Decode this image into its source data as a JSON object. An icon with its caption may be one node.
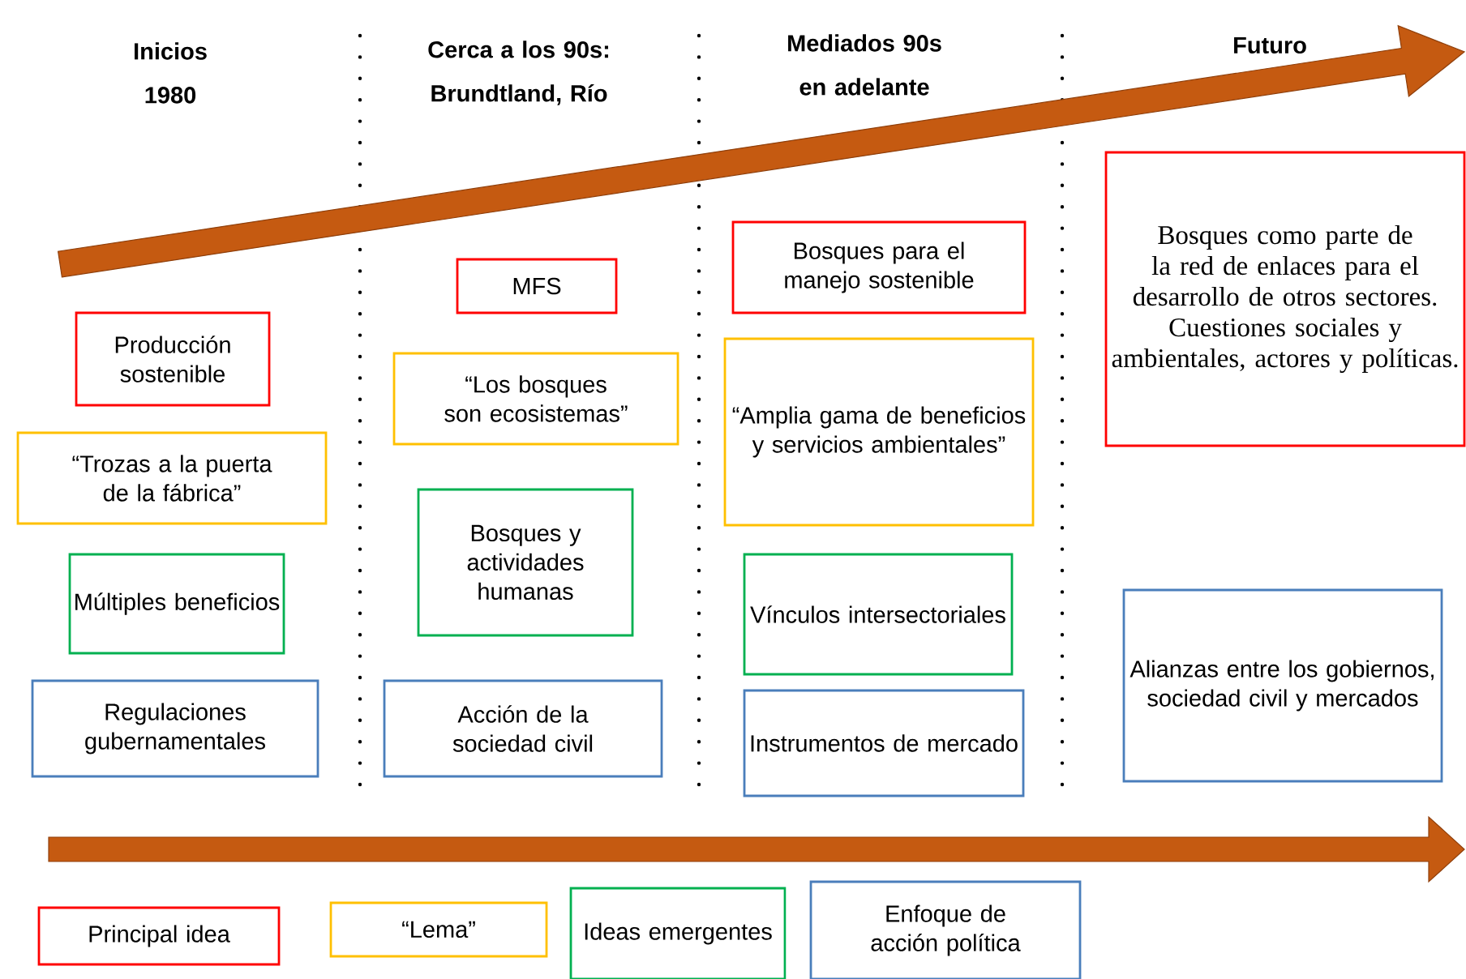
{
  "diagram": {
    "nodes": [
      {
        "text": [
          "Producción sostenible"
        ]
      },
      {
        "text": [
          "“Trozas a la puerta de la fábrica”"
        ]
      },
      {
        "text": [
          "Múltiples beneficios"
        ]
      },
      {
        "text": [
          "Regulaciones gubernamentales"
        ]
      },
      {
        "text": [
          "MFS"
        ]
      },
      {
        "text": [
          "“Los bosques son ecosistemas”"
        ]
      },
      {
        "text": [
          "Bosques y actividades humanas"
        ]
      },
      {
        "text": [
          "Acción de la sociedad civil"
        ]
      },
      {
        "text": [
          "Bosques para el manejo sostenible"
        ]
      },
      {
        "text": [
          "“Amplia gama de beneficios y servicios ambientales”"
        ]
      },
      {
        "text": [
          "Vínculos intersectoriales"
        ]
      },
      {
        "text": [
          "Instrumentos de mercado"
        ]
      },
      {
        "text": [
          "Bosques como parte de la red de enlaces para el desarrollo de otros sectores. Cuestiones sociales y ambientales, actores y políticas."
        ]
      },
      {
        "text": [
          "Alianzas entre los gobiernos, sociedad civil y mercados"
        ]
      }
    ],
    "edges": [],
    "labels": [
      "Inicios 1980",
      "Cerca a los 90s: Brundtland, Río",
      "Mediados 90s en adelante",
      "Futuro"
    ],
    "legend": [
      {
        "text": "Principal idea",
        "color": "#ff0000"
      },
      {
        "text": "“Lema”",
        "color": "#ffc000"
      },
      {
        "text": "Ideas emergentes",
        "color": "#00b050"
      },
      {
        "text": "Enfoque de acción política",
        "color": "#4a7ebb"
      }
    ]
  }
}
